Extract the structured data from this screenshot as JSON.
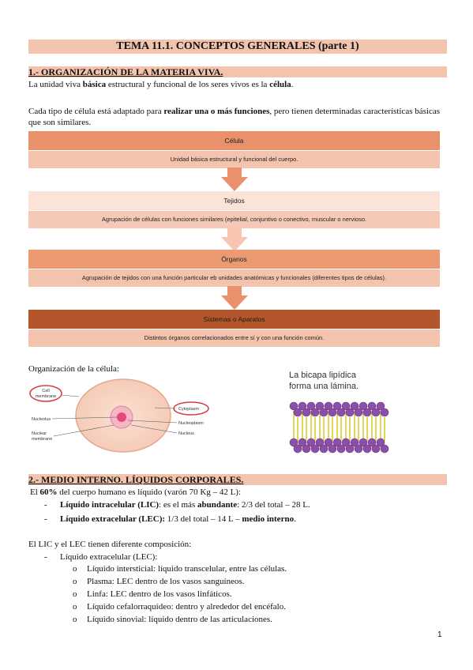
{
  "title": "TEMA 11.1. CONCEPTOS GENERALES (parte 1)",
  "section1": {
    "heading": "1.- ORGANIZACIÓN DE LA MATERIA VIVA.",
    "p1_a": "La unidad viva ",
    "p1_b": "básica",
    "p1_c": " estructural y funcional de los seres vivos es la ",
    "p1_d": "célula",
    "p1_e": ".",
    "p2_a": "Cada tipo de célula está adaptado para ",
    "p2_b": "realizar una o más funciones",
    "p2_c": ", pero tienen determinadas características básicas que son similares."
  },
  "flow": [
    {
      "head": "Célula",
      "body": "Unidad básica estructural y funcional del cuerpo."
    },
    {
      "head": "Tejidos",
      "body": "Agrupación de células con funciones similares (epitelial, conjuntivo o conectivo, muscular o nervioso."
    },
    {
      "head": "Órganos",
      "body": "Agrupación de tejidos con una función particular eb unidades anatómicas y funcionales (diferentes tipos de células)."
    },
    {
      "head": "Sistemas o Aparatos",
      "body": "Distintos órganos correlacionados entre sí y con una función común."
    }
  ],
  "colors": {
    "title_bg": "#f2c3ad",
    "flow_heads": [
      "#e9916a",
      "#fbe3d8",
      "#ec9a72",
      "#b3562b"
    ],
    "flow_bodies": [
      "#f3c3ad",
      "#f6c9b6",
      "#f3c3ad",
      "#f3c3ad"
    ],
    "arrows": [
      "#e9916a",
      "#f8c5b0",
      "#e9916a"
    ]
  },
  "cell_caption": "Organización de la célula:",
  "cell_labels": {
    "cell_membrane_1": "Cell",
    "cell_membrane_2": "membrane",
    "nucleolus": "Nucleolus",
    "nuclear_membrane_1": "Nuclear",
    "nuclear_membrane_2": "membrane",
    "cytoplasm": "Cytoplasm",
    "nucleoplasm": "Nucleoplasm",
    "nucleus": "Nucleus"
  },
  "bilayer": {
    "line1": "La bicapa lipídica",
    "line2": "forma una lámina."
  },
  "section2": {
    "heading": "2.- MEDIO INTERNO. LÍQUIDOS CORPORALES.",
    "p1_a": "El ",
    "p1_b": "60%",
    "p1_c": " del cuerpo humano es líquido (varón 70 Kg – 42 L):",
    "bullets": [
      {
        "a": "Líquido intracelular (LIC)",
        "b": ": es el más ",
        "c": "abundante",
        "d": ": 2/3 del total – 28 L."
      },
      {
        "a": "Líquido extracelular (LEC):",
        "b": " 1/3 del total – 14 L – ",
        "c": "medio interno",
        "d": "."
      }
    ],
    "p2": "El LIC y el LEC tienen diferente composición:",
    "sub_head": "Líquido extracelular (LEC):",
    "sub_items": [
      "Líquido intersticial: líquido transcelular, entre las células.",
      "Plasma: LEC dentro de los vasos sanguíneos.",
      "Linfa: LEC dentro de los vasos linfáticos.",
      "Líquido cefalorraquídeo: dentro y alrededor del encéfalo.",
      "Líquido sinovial: líquido dentro de las articulaciones."
    ]
  },
  "page_number": "1"
}
